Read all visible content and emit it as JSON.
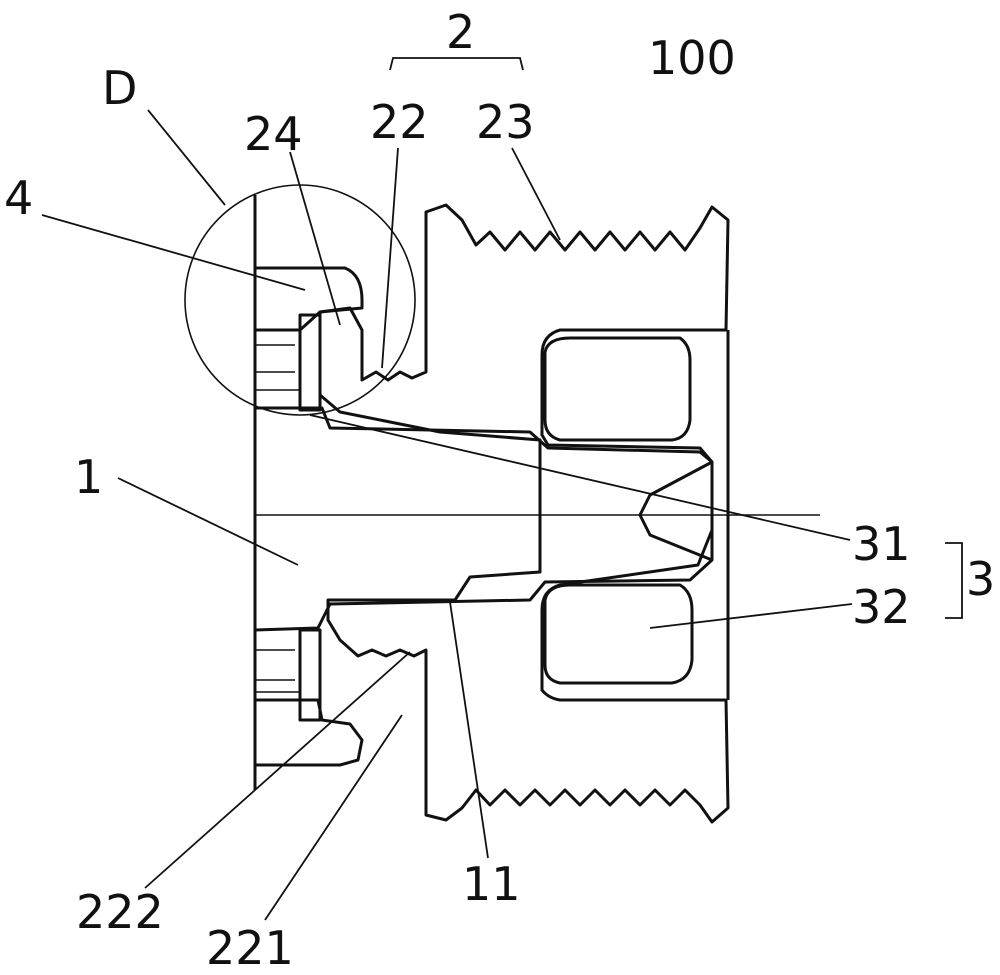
{
  "figure": {
    "labels": {
      "assembly": "100",
      "group_pulley": "2",
      "group_3": "3",
      "detail": "D",
      "shaft": "1",
      "part_4": "4",
      "part_24": "24",
      "part_22": "22",
      "part_23": "23",
      "part_31": "31",
      "part_32": "32",
      "part_11": "11",
      "part_222": "222",
      "part_221": "221"
    }
  }
}
